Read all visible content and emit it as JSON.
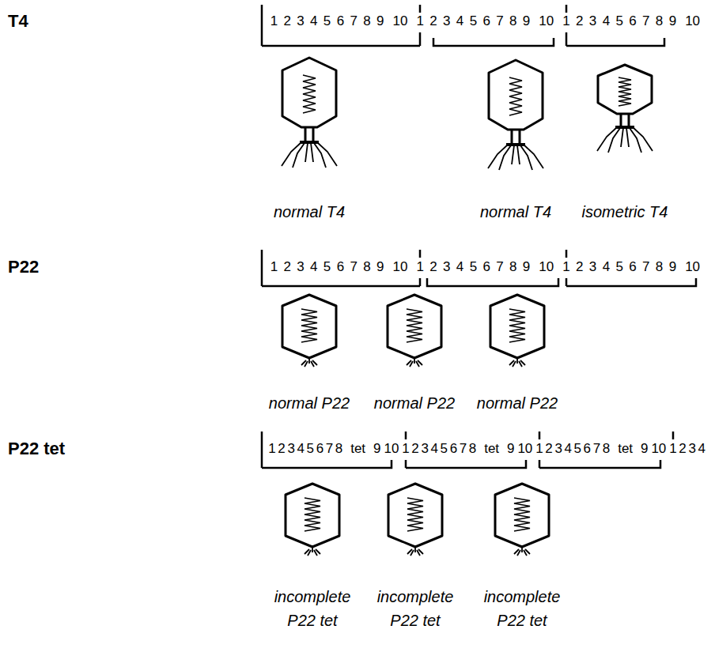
{
  "diagram": {
    "labels": [
      "T4",
      "1",
      "2",
      "3",
      "4",
      "5",
      "6",
      "7",
      "8",
      "9",
      "10",
      "1",
      "2",
      "3",
      "4",
      "5",
      "6",
      "7",
      "8",
      "9",
      "10",
      "1",
      "2",
      "3",
      "4",
      "5",
      "6",
      "7",
      "8",
      "9",
      "10",
      "normal T4",
      "normal T4",
      "isometric T4",
      "P22",
      "1",
      "2",
      "3",
      "4",
      "5",
      "6",
      "7",
      "8",
      "9",
      "10",
      "1",
      "2",
      "3",
      "4",
      "5",
      "6",
      "7",
      "8",
      "9",
      "10",
      "1",
      "2",
      "3",
      "4",
      "5",
      "6",
      "7",
      "8",
      "9",
      "10",
      "normal P22",
      "normal P22",
      "normal P22",
      "P22 tet",
      "1",
      "2",
      "3",
      "4",
      "5",
      "6",
      "7",
      "8",
      "tet",
      "9",
      "10",
      "1",
      "2",
      "3",
      "4",
      "5",
      "6",
      "7",
      "8",
      "tet",
      "9",
      "10",
      "1",
      "2",
      "3",
      "4",
      "5",
      "6",
      "7",
      "8",
      "tet",
      "9",
      "10",
      "1",
      "2",
      "3",
      "4",
      "incomplete P22 tet",
      "incomplete P22 tet",
      "incomplete P22 tet"
    ]
  }
}
